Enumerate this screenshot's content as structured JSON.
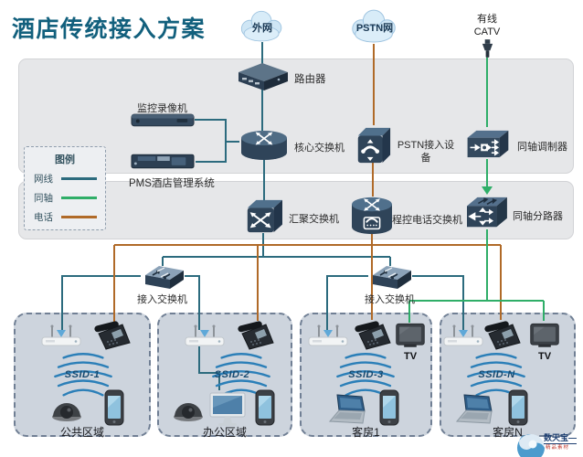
{
  "title": "酒店传统接入方案",
  "clouds": {
    "internet": "外网",
    "pstn": "PSTN网"
  },
  "catv": {
    "line1": "有线",
    "line2": "CATV"
  },
  "legend": {
    "title": "图例",
    "items": [
      {
        "label": "网线",
        "color": "#2c6b7e"
      },
      {
        "label": "同轴",
        "color": "#2fae68"
      },
      {
        "label": "电话",
        "color": "#b06a28"
      }
    ]
  },
  "labels": {
    "router": "路由器",
    "recorder": "监控录像机",
    "pms": "PMS酒店管理系统",
    "core_switch": "核心交换机",
    "agg_switch": "汇聚交换机",
    "pstn_access_line1": "PSTN接入设",
    "pstn_access_line2": "备",
    "pbx": "程控电话交换机",
    "modulator": "同轴调制器",
    "splitter": "同轴分路器",
    "access_switch": "接入交换机"
  },
  "zones": [
    {
      "ssid": "SSID-1",
      "name": "公共区域"
    },
    {
      "ssid": "SSID-2",
      "name": "办公区域"
    },
    {
      "ssid": "SSID-3",
      "name": "客房1",
      "tv": "TV"
    },
    {
      "ssid": "SSID-N",
      "name": "客房N",
      "tv": "TV"
    }
  ],
  "watermark": {
    "text": "数天宝—",
    "subtext": "精品素材"
  },
  "colors": {
    "lan": "#2c6b7e",
    "coax": "#2fae68",
    "phone": "#b06a28",
    "title": "#12607d"
  }
}
